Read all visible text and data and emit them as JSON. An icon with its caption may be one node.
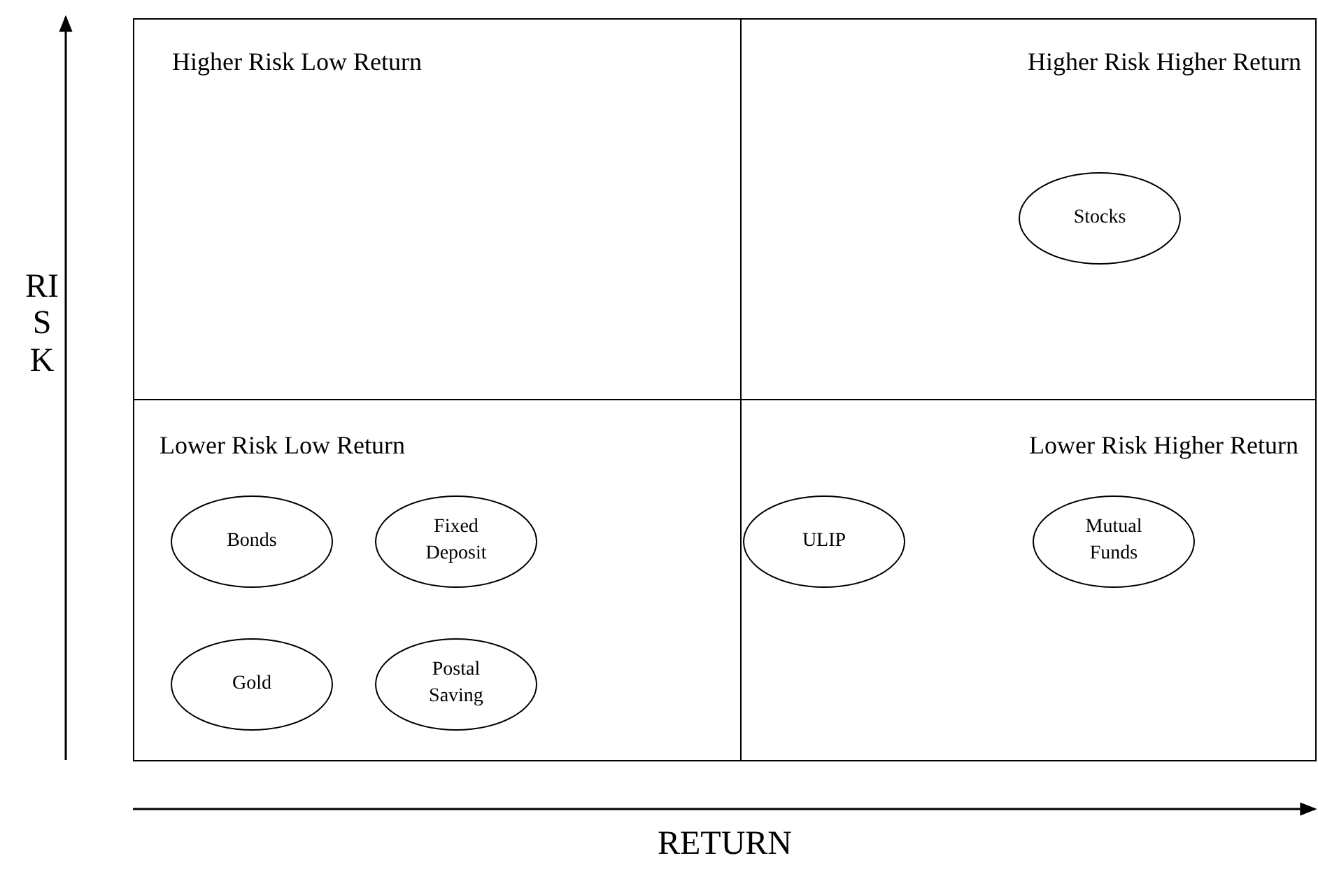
{
  "diagram": {
    "nodes": [
      {
        "text": [
          "Higher Risk Low Return"
        ]
      },
      {
        "text": [
          "Higher Risk Higher Return"
        ]
      },
      {
        "text": [
          "Lower Risk Low Return"
        ]
      },
      {
        "text": [
          "Lower Risk Higher Return"
        ]
      },
      {
        "text": [
          "Stocks"
        ],
        "in": 1
      },
      {
        "text": [
          "Bonds"
        ],
        "in": 2
      },
      {
        "text": [
          "Fixed Deposit"
        ],
        "in": 2
      },
      {
        "text": [
          "Gold"
        ],
        "in": 2
      },
      {
        "text": [
          "Postal Saving"
        ],
        "in": 2
      },
      {
        "text": [
          "ULIP"
        ],
        "in": 3
      },
      {
        "text": [
          "Mutual Funds"
        ],
        "in": 3
      }
    ],
    "edges": [],
    "labels": [
      "RISK",
      "RETURN"
    ]
  }
}
